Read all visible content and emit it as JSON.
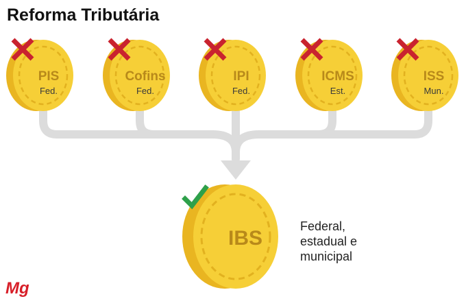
{
  "title": "Reforma Tributária",
  "colors": {
    "coin_face": "#f6cf37",
    "coin_edge": "#e9b521",
    "coin_dash": "#e2b11f",
    "coin_text": "#b8891a",
    "connector": "#dcdcdc",
    "cross": "#c9232f",
    "check": "#2ea04a",
    "logo": "#d71e28"
  },
  "old_taxes": [
    {
      "name": "PIS",
      "sphere": "Fed."
    },
    {
      "name": "Cofins",
      "sphere": "Fed."
    },
    {
      "name": "IPI",
      "sphere": "Fed."
    },
    {
      "name": "ICMS",
      "sphere": "Est."
    },
    {
      "name": "ISS",
      "sphere": "Mun."
    }
  ],
  "new_tax": {
    "name": "IBS",
    "description": [
      "Federal,",
      "estadual e",
      "municipal"
    ]
  },
  "icons": {
    "removed": "cross-icon",
    "approved": "check-icon"
  },
  "logo": "Mg"
}
